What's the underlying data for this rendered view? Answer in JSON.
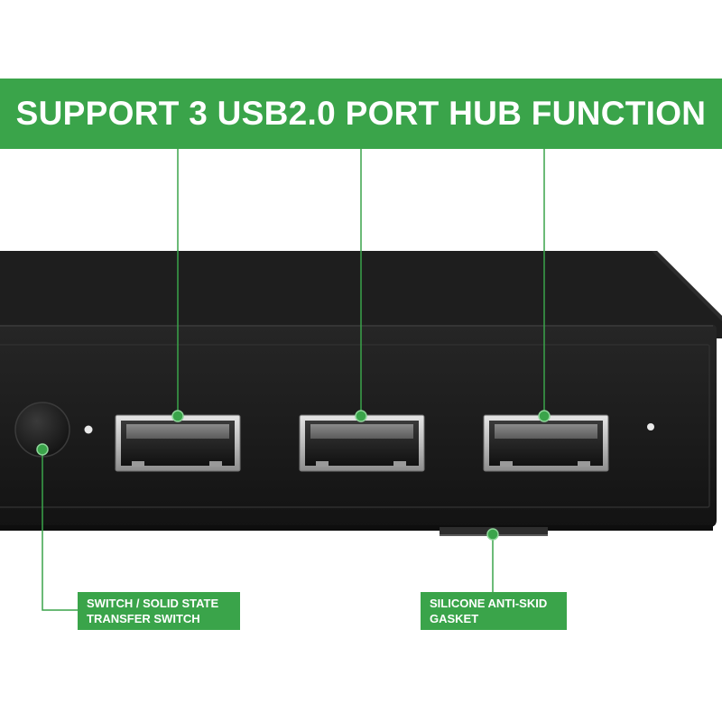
{
  "banner": {
    "title": "SUPPORT 3 USB2.0 PORT HUB FUNCTION"
  },
  "callouts": {
    "switch": {
      "line1": "SWITCH / SOLID STATE",
      "line2": "TRANSFER SWITCH"
    },
    "gasket": {
      "line1": "SILICONE ANTI-SKID",
      "line2": "GASKET"
    }
  },
  "colors": {
    "accent_green": "#3aa44a",
    "device_body": "#1b1b1b",
    "background": "#ffffff"
  },
  "icons": [
    "usb-port-icon",
    "power-button-icon",
    "indicator-led-icon",
    "leader-dot-icon"
  ]
}
